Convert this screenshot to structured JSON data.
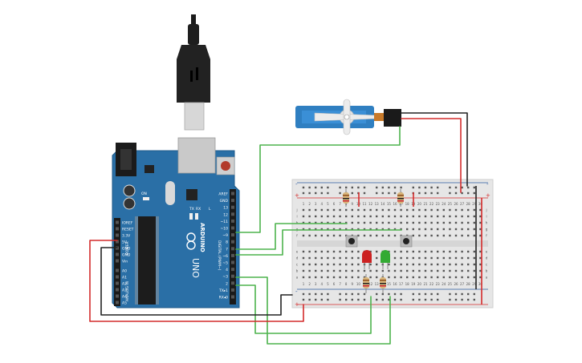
{
  "colors": {
    "board": "#2a6fa6",
    "board_edge": "#1f5a88",
    "breadboard": "#e6e6e6",
    "rail_red": "#d42b2b",
    "rail_blue": "#2c5aa0",
    "wire_green": "#4db34d",
    "wire_red": "#d42b2b",
    "wire_black": "#222222",
    "servo_body": "#2f7fc1",
    "led_red": "#cc2222",
    "led_green": "#33aa33",
    "resistor": "#d8b57a"
  },
  "arduino": {
    "brand": "ARDUINO",
    "model": "UNO",
    "tx": "TX",
    "rx": "RX",
    "on": "ON",
    "l": "L",
    "section_digital": "DIGITAL (PWM~)",
    "section_power": "POWER",
    "section_analog": "ANALOG IN",
    "digital_pins": [
      "AREF",
      "GND",
      "13",
      "12",
      "~11",
      "~10",
      "~9",
      "8",
      "7",
      "~6",
      "~5",
      "4",
      "~3",
      "2",
      "TX▸1",
      "RX◂0"
    ],
    "power_pins": [
      "IOREF",
      "RESET",
      "3.3V",
      "5V",
      "GND",
      "GND",
      "Vin"
    ],
    "analog_pins": [
      "A0",
      "A1",
      "A2",
      "A3",
      "A4",
      "A5"
    ]
  },
  "breadboard": {
    "row_letters_top": [
      "j",
      "i",
      "h",
      "g",
      "f"
    ],
    "row_letters_bottom": [
      "e",
      "d",
      "c",
      "b",
      "a"
    ],
    "column_numbers": [
      "1",
      "2",
      "3",
      "4",
      "5",
      "6",
      "7",
      "8",
      "9",
      "10",
      "11",
      "12",
      "13",
      "14",
      "15",
      "16",
      "17",
      "18",
      "19",
      "20",
      "21",
      "22",
      "23",
      "24",
      "25",
      "26",
      "27",
      "28",
      "29",
      "30"
    ],
    "rail_plus": "+",
    "rail_minus": "-"
  }
}
